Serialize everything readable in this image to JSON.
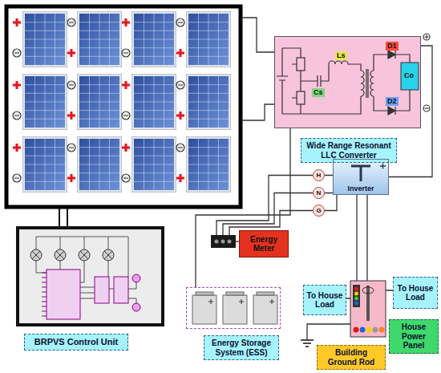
{
  "diagram": {
    "nodes": [
      {
        "text": [
          "Wide Range Resonant LLC Converter"
        ]
      },
      {
        "text": [
          "Inverter"
        ]
      },
      {
        "text": [
          "H"
        ]
      },
      {
        "text": [
          "N"
        ]
      },
      {
        "text": [
          "G"
        ]
      },
      {
        "text": [
          "BRPVS Control Unit"
        ]
      },
      {
        "text": [
          "Energy Meter"
        ]
      },
      {
        "text": [
          "Energy Storage System (ESS)"
        ]
      },
      {
        "text": [
          "To House Load"
        ]
      },
      {
        "text": [
          "To House Load"
        ]
      },
      {
        "text": [
          "House Power Panel"
        ]
      },
      {
        "text": [
          "Building Ground Rod"
        ]
      }
    ],
    "edges": [
      {
        "from": 0,
        "to": 1,
        "arrow": "none"
      },
      {
        "from": 0,
        "to": 7,
        "arrow": "none"
      }
    ],
    "labels": [
      "Ls",
      "Cs",
      "D1",
      "D2",
      "Co"
    ]
  }
}
